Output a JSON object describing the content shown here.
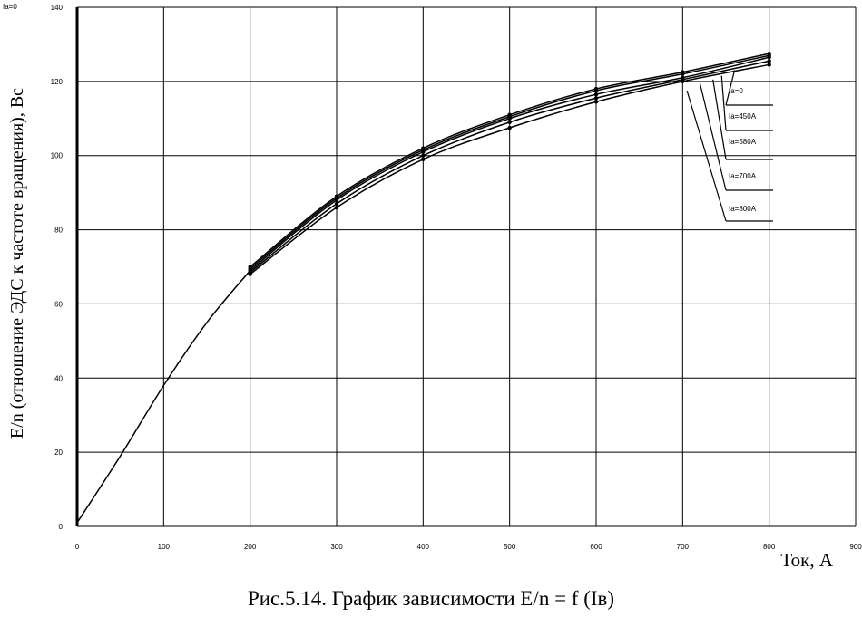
{
  "chart_data": {
    "type": "line",
    "caption": "Рис.5.14. График зависимости E/n = f (Iв)",
    "xlabel": "Ток, А",
    "ylabel": "E/n (отношение ЭДС к частоте вращения), Вс",
    "corner_label": "Ia=0",
    "xlim": [
      0,
      900
    ],
    "ylim": [
      0,
      140
    ],
    "x_ticks": [
      "0",
      "100",
      "200",
      "300",
      "400",
      "500",
      "600",
      "700",
      "800",
      "900"
    ],
    "y_ticks": [
      "0",
      "20",
      "40",
      "60",
      "80",
      "100",
      "120",
      "140"
    ],
    "y_tick_values": [
      0,
      20,
      40,
      60,
      80,
      100,
      120,
      140
    ],
    "x_tick_values": [
      0,
      100,
      200,
      300,
      400,
      500,
      600,
      700,
      800,
      900
    ],
    "grid": true,
    "legend": "right",
    "common_curve": {
      "x": [
        0,
        50,
        100,
        150,
        200
      ],
      "y": [
        1,
        19,
        38,
        55,
        69
      ]
    },
    "series": [
      {
        "name": "Ia=0",
        "x": [
          200,
          300,
          400,
          500,
          600,
          700,
          800
        ],
        "y": [
          70,
          89,
          102,
          111,
          118,
          122.5,
          127.5
        ]
      },
      {
        "name": "Ia=450A",
        "x": [
          200,
          300,
          400,
          500,
          600,
          700,
          800
        ],
        "y": [
          69.5,
          88.5,
          101.5,
          110.5,
          117.5,
          122,
          127
        ]
      },
      {
        "name": "Ia=580A",
        "x": [
          200,
          300,
          400,
          500,
          600,
          700,
          800
        ],
        "y": [
          69,
          88,
          101,
          110,
          116.5,
          121,
          126.5
        ]
      },
      {
        "name": "Ia=700A",
        "x": [
          200,
          300,
          400,
          500,
          600,
          700,
          800
        ],
        "y": [
          68.5,
          87,
          100,
          109,
          115.5,
          120.5,
          125.5
        ]
      },
      {
        "name": "Ia=800A",
        "x": [
          200,
          300,
          400,
          500,
          600,
          700,
          800
        ],
        "y": [
          68,
          86,
          99,
          107.5,
          114.5,
          120,
          124.5
        ]
      }
    ],
    "legend_leader_start_x": [
      760,
      745,
      735,
      720,
      705
    ],
    "legend_leader_start_y": [
      123,
      121.5,
      120.5,
      119.5,
      117.5
    ]
  },
  "colors": {
    "line": "#000000",
    "grid": "#000000",
    "background": "#ffffff"
  }
}
